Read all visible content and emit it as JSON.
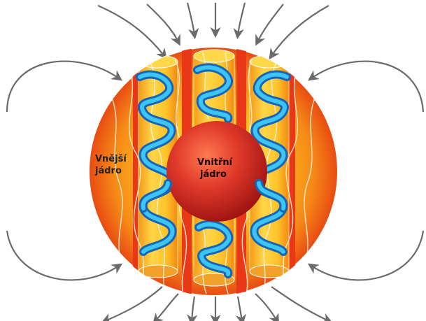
{
  "labels": {
    "outer_core_line1": "Vnější",
    "outer_core_line2": "jádro",
    "inner_core_line1": "Vnitřní",
    "inner_core_line2": "jádro"
  },
  "colors": {
    "field_lines": "#6b6b6b",
    "outer_core_edge": "#e84a12",
    "outer_core_mid": "#f7a11a",
    "outer_core_center": "#ffd43a",
    "inner_core_light": "#f06040",
    "inner_core_dark": "#b01818",
    "cylinder": "#f8c230",
    "helix": "#2aa8e8",
    "helix_dark": "#1565b8"
  },
  "icons": {
    "field_arrow": "arrowhead-icon"
  }
}
